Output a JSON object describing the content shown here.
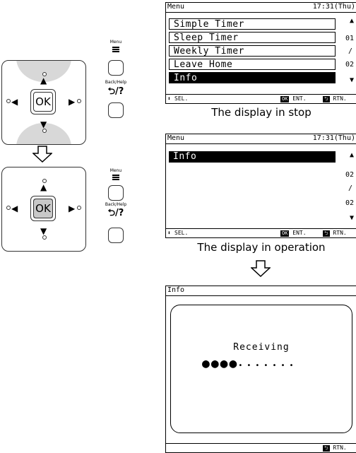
{
  "remote": {
    "ok_label": "OK",
    "menu_label": "Menu",
    "back_label": "Back/Help",
    "back_glyph": "⮌/?"
  },
  "screen_stop": {
    "title": "Menu",
    "time": "17:31(Thu)",
    "items": [
      "Simple Timer",
      "Sleep Timer",
      "Weekly Timer",
      "Leave Home",
      "Info"
    ],
    "right_col": [
      "01",
      "/",
      "02"
    ],
    "footer_sel": "SEL.",
    "footer_ok": "OK",
    "footer_ent": "ENT.",
    "footer_rtn": "RTN.",
    "caption": "The display in stop"
  },
  "screen_op": {
    "title": "Menu",
    "time": "17:31(Thu)",
    "items": [
      "Info"
    ],
    "right_col": [
      "02",
      "/",
      "02"
    ],
    "footer_sel": "SEL.",
    "footer_ok": "OK",
    "footer_ent": "ENT.",
    "footer_rtn": "RTN.",
    "caption": "The display in operation"
  },
  "screen_info": {
    "title": "Info",
    "message": "Receiving",
    "footer_rtn": "RTN."
  }
}
